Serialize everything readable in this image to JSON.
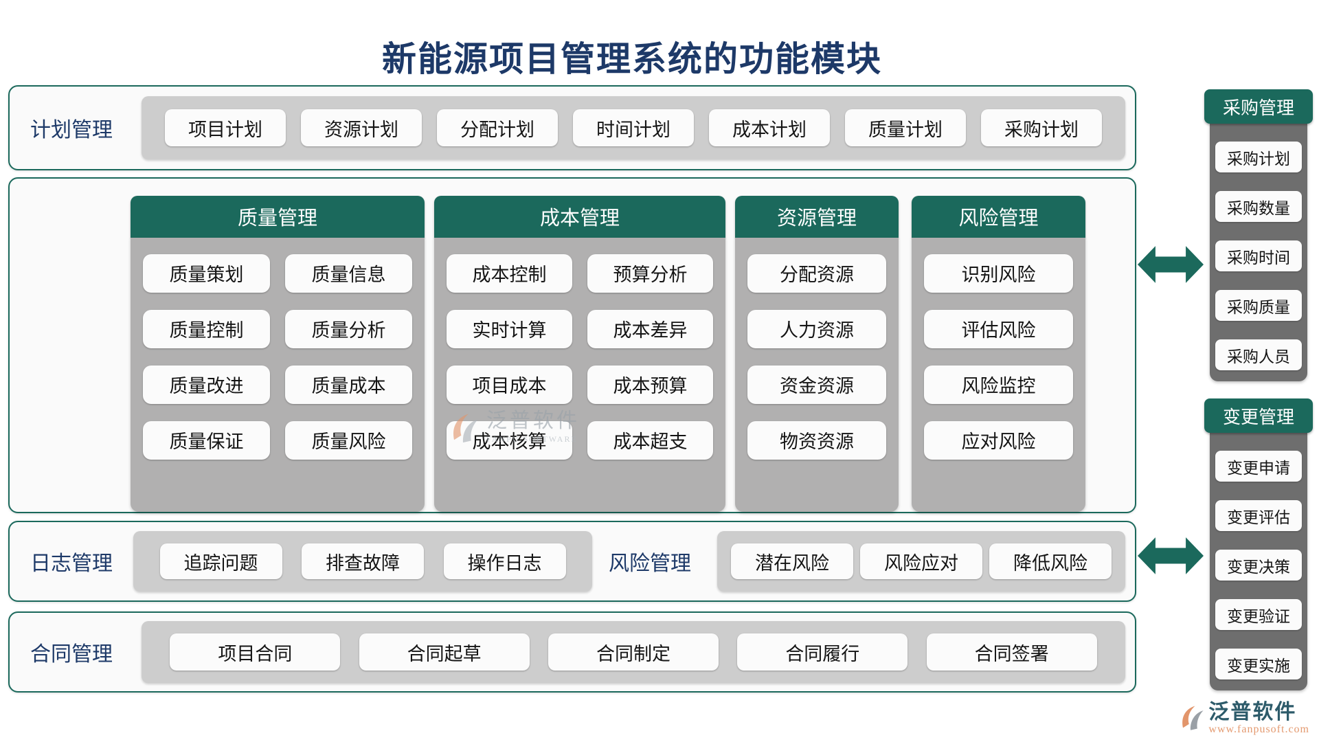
{
  "title": "新能源项目管理系统的功能模块",
  "plan_row": {
    "label": "计划管理",
    "items": [
      "项目计划",
      "资源计划",
      "分配计划",
      "时间计划",
      "成本计划",
      "质量计划",
      "采购计划"
    ]
  },
  "modules": {
    "quality": {
      "header": "质量管理",
      "items": [
        "质量策划",
        "质量信息",
        "质量控制",
        "质量分析",
        "质量改进",
        "质量成本",
        "质量保证",
        "质量风险"
      ]
    },
    "cost": {
      "header": "成本管理",
      "items": [
        "成本控制",
        "预算分析",
        "实时计算",
        "成本差异",
        "项目成本",
        "成本预算",
        "成本核算",
        "成本超支"
      ]
    },
    "resource": {
      "header": "资源管理",
      "items": [
        "分配资源",
        "人力资源",
        "资金资源",
        "物资资源"
      ]
    },
    "risk": {
      "header": "风险管理",
      "items": [
        "识别风险",
        "评估风险",
        "风险监控",
        "应对风险"
      ]
    }
  },
  "log_row": {
    "label": "日志管理",
    "items": [
      "追踪问题",
      "排查故障",
      "操作日志"
    ]
  },
  "risk_row": {
    "label": "风险管理",
    "items": [
      "潜在风险",
      "风险应对",
      "降低风险"
    ]
  },
  "contract_row": {
    "label": "合同管理",
    "items": [
      "项目合同",
      "合同起草",
      "合同制定",
      "合同履行",
      "合同签署"
    ]
  },
  "sidebar": {
    "procurement": {
      "header": "采购管理",
      "items": [
        "采购计划",
        "采购数量",
        "采购时间",
        "采购质量",
        "采购人员"
      ]
    },
    "change": {
      "header": "变更管理",
      "items": [
        "变更申请",
        "变更评估",
        "变更决策",
        "变更验证",
        "变更实施"
      ]
    }
  },
  "watermark": {
    "name": "泛普软件",
    "subtitle": "FANPU SOFTWARE"
  },
  "logo": {
    "name": "泛普软件",
    "url": "www.fanpusoft.com"
  },
  "colors": {
    "teal": "#1b695c",
    "navy": "#1d3968",
    "tray": "#cdcdcd",
    "midgray": "#b1b0b0",
    "darkgray": "#6e6e6e",
    "button": "#fbfbfb",
    "orange": "#e49a70",
    "logotext": "#2d5b6a"
  }
}
